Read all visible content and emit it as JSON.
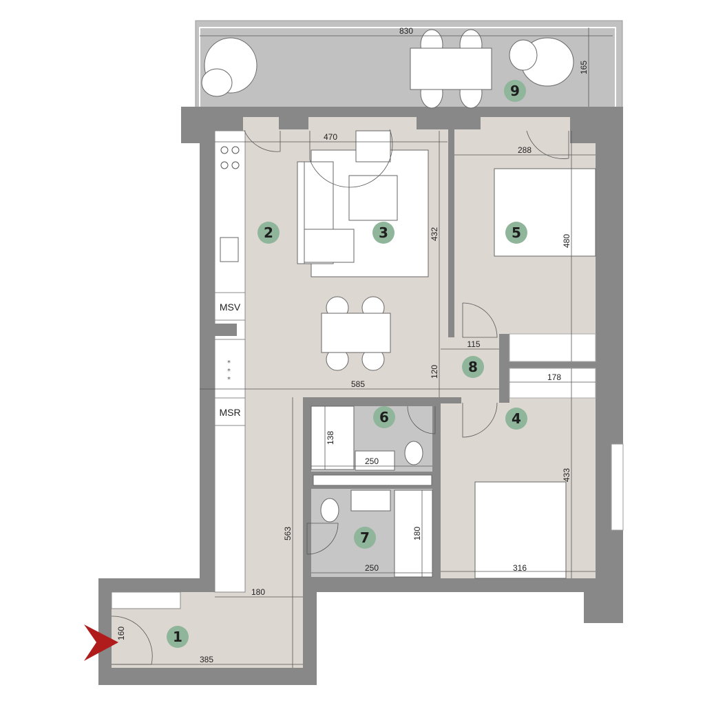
{
  "colors": {
    "wall": "#888888",
    "floor": "#ddd7d1",
    "wet": "#c6c6c6",
    "balcony": "#c1c1c1",
    "badge": "#8fb59a",
    "entry_arrow": "#b01c1c"
  },
  "rooms": [
    {
      "id": "1"
    },
    {
      "id": "2"
    },
    {
      "id": "3"
    },
    {
      "id": "4"
    },
    {
      "id": "5"
    },
    {
      "id": "6"
    },
    {
      "id": "7"
    },
    {
      "id": "8"
    },
    {
      "id": "9"
    }
  ],
  "labels": {
    "msv": "MSV",
    "msr": "MSR"
  },
  "dimensions": {
    "balcony_width": "830",
    "balcony_depth": "165",
    "living_width": "470",
    "bedroom5_width": "288",
    "living_depth": "432",
    "bedroom5_depth": "480",
    "hall8_width": "115",
    "hall8_depth": "120",
    "kitchen_width": "585",
    "closet_width": "178",
    "bath6_depth": "138",
    "bath6_width": "250",
    "bath7_depth": "180",
    "bath7_width": "250",
    "bedroom4_depth": "433",
    "bedroom4_width": "316",
    "corridor_depth": "563",
    "corridor_width": "180",
    "entry_width": "160",
    "entrance_width": "385"
  }
}
